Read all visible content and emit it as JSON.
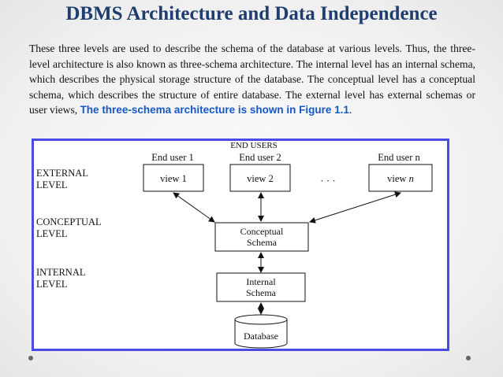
{
  "title": "DBMS Architecture and Data Independence",
  "paragraph": {
    "text": "These three levels are used to describe the schema of the database at various levels. Thus, the three-level architecture is also known as three-schema architecture. The internal level has an internal schema, which describes the physical storage structure of the database. The conceptual level has a conceptual schema, which describes the structure of entire database. The external level has external schemas or user views, ",
    "highlight": "The three-schema architecture is shown in Figure 1.1",
    "end": "."
  },
  "diagram": {
    "end_users_label": "END USERS",
    "users": [
      "End user 1",
      "End user 2",
      "End user n"
    ],
    "views": [
      {
        "prefix": "view ",
        "suffix": "1",
        "italic": false
      },
      {
        "prefix": "view ",
        "suffix": "2",
        "italic": false
      },
      {
        "prefix": "view ",
        "suffix": "n",
        "italic": true
      }
    ],
    "ellipsis": "· · ·",
    "levels": [
      {
        "line1": "EXTERNAL",
        "line2": "LEVEL"
      },
      {
        "line1": "CONCEPTUAL",
        "line2": "LEVEL"
      },
      {
        "line1": "INTERNAL",
        "line2": "LEVEL"
      }
    ],
    "conceptual_schema": {
      "line1": "Conceptual",
      "line2": "Schema"
    },
    "internal_schema": {
      "line1": "Internal",
      "line2": "Schema"
    },
    "database": "Database"
  }
}
